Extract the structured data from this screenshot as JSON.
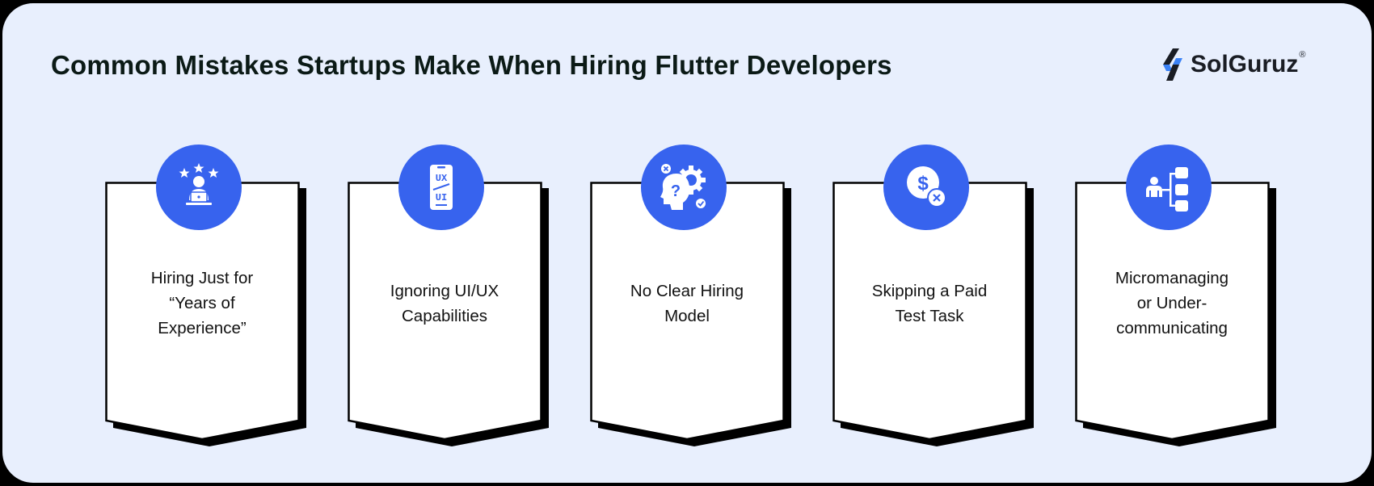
{
  "header": {
    "title": "Common Mistakes Startups Make When Hiring Flutter Developers",
    "brand": {
      "name": "SolGuruz",
      "registered": "®"
    }
  },
  "colors": {
    "background": "#e8effd",
    "accent": "#3763ee",
    "card": "#ffffff",
    "outline": "#000000"
  },
  "cards": [
    {
      "icon": "experience-person-stars-icon",
      "label": "Hiring Just for “Years of Experience”",
      "lines": [
        "Hiring Just for",
        "“Years of",
        "Experience”"
      ]
    },
    {
      "icon": "ux-ui-phone-icon",
      "label": "Ignoring UI/UX Capabilities",
      "lines": [
        "Ignoring UI/UX",
        "Capabilities"
      ],
      "icon_text": {
        "top": "UX",
        "bottom": "UI"
      }
    },
    {
      "icon": "head-question-gear-icon",
      "label": "No Clear Hiring Model",
      "lines": [
        "No Clear Hiring",
        "Model"
      ]
    },
    {
      "icon": "dollar-cancel-icon",
      "label": "Skipping a Paid Test Task",
      "lines": [
        "Skipping a Paid",
        "Test Task"
      ]
    },
    {
      "icon": "person-hierarchy-icon",
      "label": "Micromanaging or Under-communicating",
      "lines": [
        "Micromanaging",
        "or Under-",
        "communicating"
      ]
    }
  ]
}
